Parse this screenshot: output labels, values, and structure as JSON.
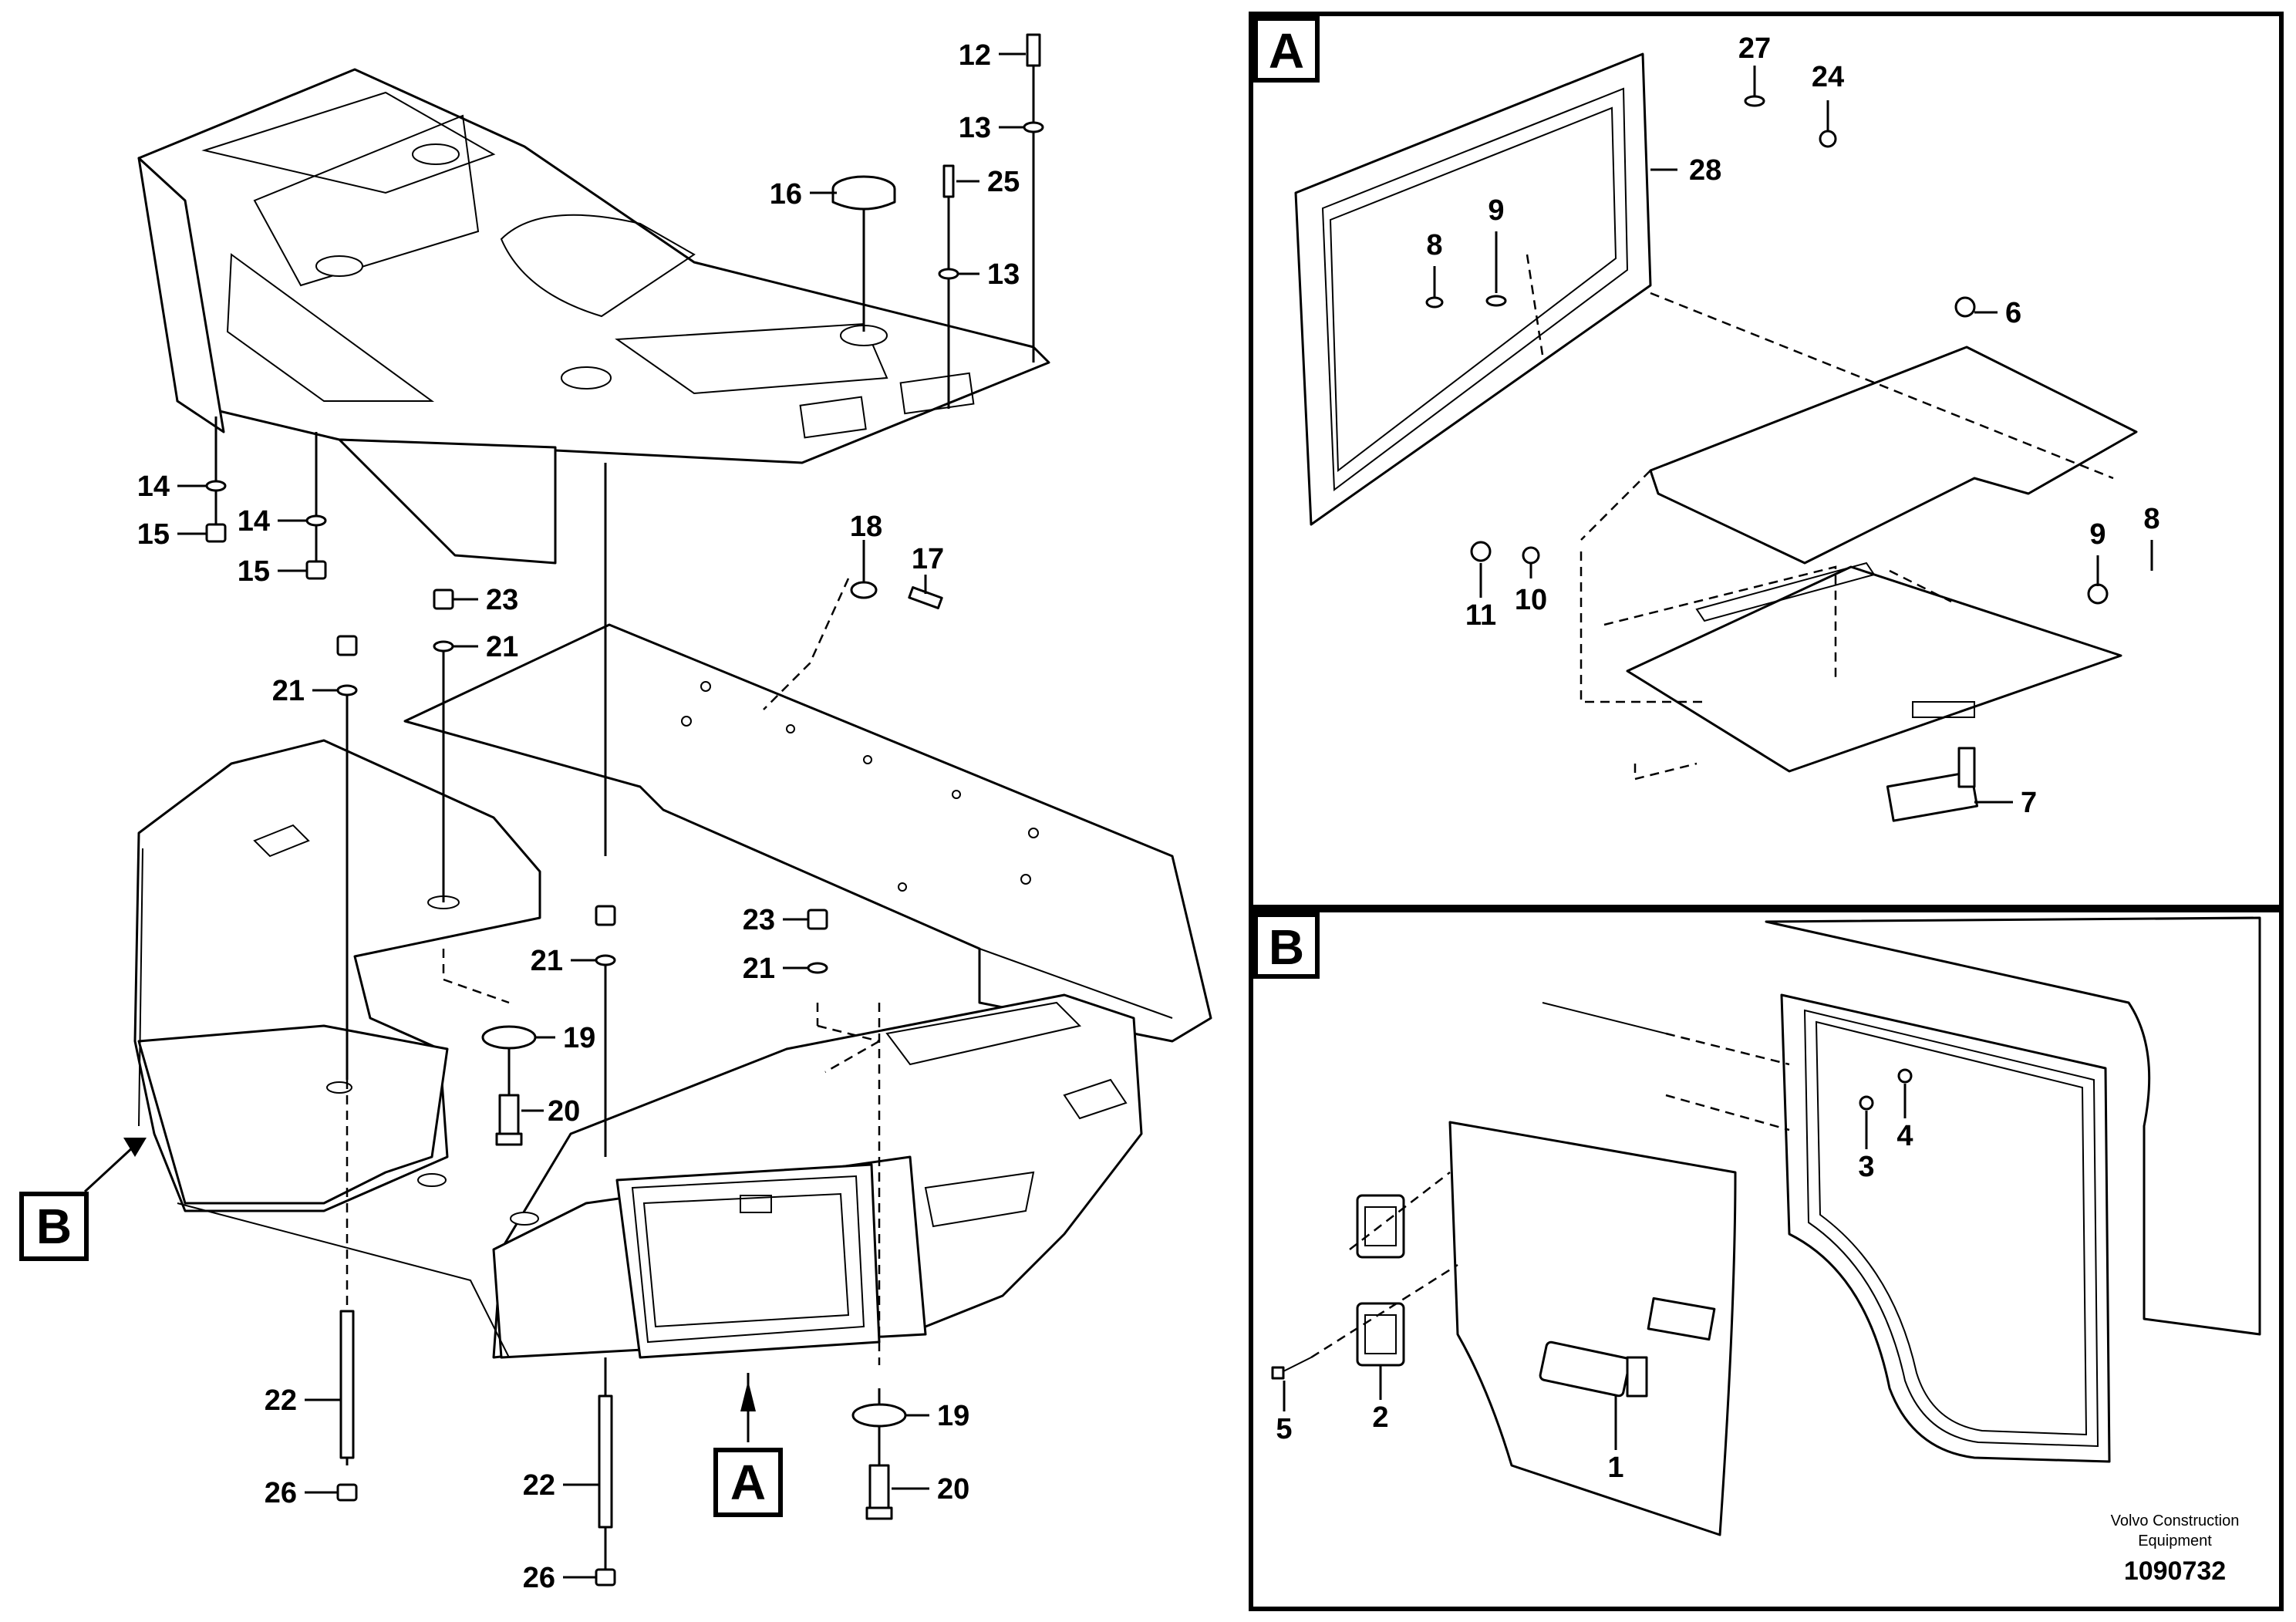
{
  "frames": {
    "detail_a": "A",
    "detail_b": "B"
  },
  "view_markers": {
    "a": "A",
    "b": "B"
  },
  "footer": {
    "company_line1": "Volvo Construction",
    "company_line2": "Equipment",
    "drawing_number": "1090732"
  },
  "callouts": {
    "main": [
      "12",
      "13",
      "16",
      "25",
      "13",
      "14",
      "15",
      "14",
      "15",
      "18",
      "17",
      "23",
      "21",
      "21",
      "23",
      "21",
      "21",
      "19",
      "20",
      "22",
      "26",
      "22",
      "26",
      "19",
      "20"
    ],
    "detail_a": [
      "27",
      "24",
      "28",
      "8",
      "9",
      "6",
      "11",
      "10",
      "9",
      "8",
      "7"
    ],
    "detail_b": [
      "3",
      "4",
      "5",
      "2",
      "1"
    ]
  }
}
